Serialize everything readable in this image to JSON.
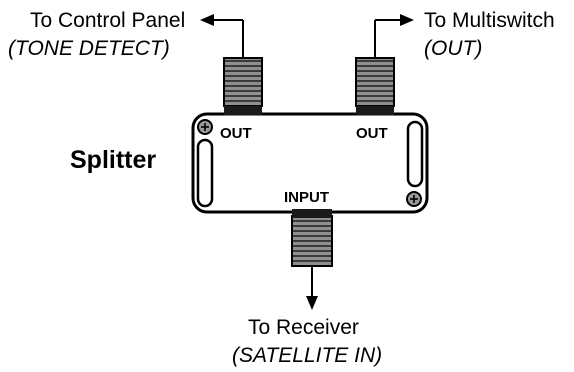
{
  "diagram": {
    "title": "Splitter",
    "ports": {
      "left_out": "OUT",
      "right_out": "OUT",
      "input": "INPUT"
    },
    "destinations": {
      "left": {
        "line1": "To Control Panel",
        "line2": "(TONE DETECT)"
      },
      "right": {
        "line1": "To Multiswitch",
        "line2": "(OUT)"
      },
      "bottom": {
        "line1": "To Receiver",
        "line2": "(SATELLITE IN)"
      }
    }
  }
}
